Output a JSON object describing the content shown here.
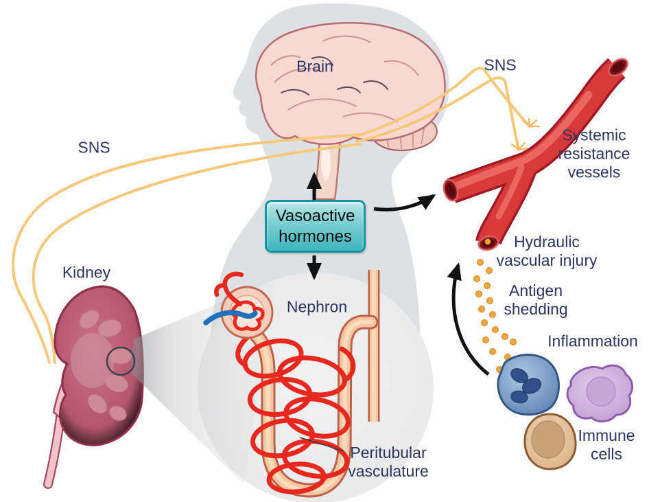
{
  "figure": {
    "labels": {
      "brain": "Brain",
      "sns_left": "SNS",
      "sns_right": "SNS",
      "kidney": "Kidney",
      "nephron": "Nephron",
      "vasoactive_hormones": "Vasoactive hormones",
      "systemic_resistance_vessels": "Systemic resistance vessels",
      "hydraulic_vascular_injury": "Hydraulic vascular injury",
      "antigen_shedding": "Antigen shedding",
      "inflammation": "Inflammation",
      "immune_cells": "Immune cells",
      "peritubular_vasculature": "Peritubular vasculature"
    },
    "colors": {
      "label_text": "#2b3560",
      "box_fill_top": "#b9e6e7",
      "box_fill_bottom": "#3eb5bd",
      "box_border": "#13929f",
      "sns_nerve_yellow": "#f6c87a",
      "vessel_red": "#d83a3a",
      "vessel_dark_red": "#a01823",
      "capillary_red": "#e8281e",
      "efferent_blue": "#1f70bd",
      "tubule_fill": "#f4c7a4",
      "tubule_outline": "#bf5f46",
      "kidney_fill": "#b05a6e",
      "kidney_outline": "#8e3048",
      "silhouette_gray": "#dde1e5",
      "antigen_orange": "#f0a73e",
      "immune_blue": "#5f83b5",
      "immune_purple": "#c3a0d6",
      "immune_tan": "#d9ae83",
      "arrow_black": "#111111"
    }
  }
}
